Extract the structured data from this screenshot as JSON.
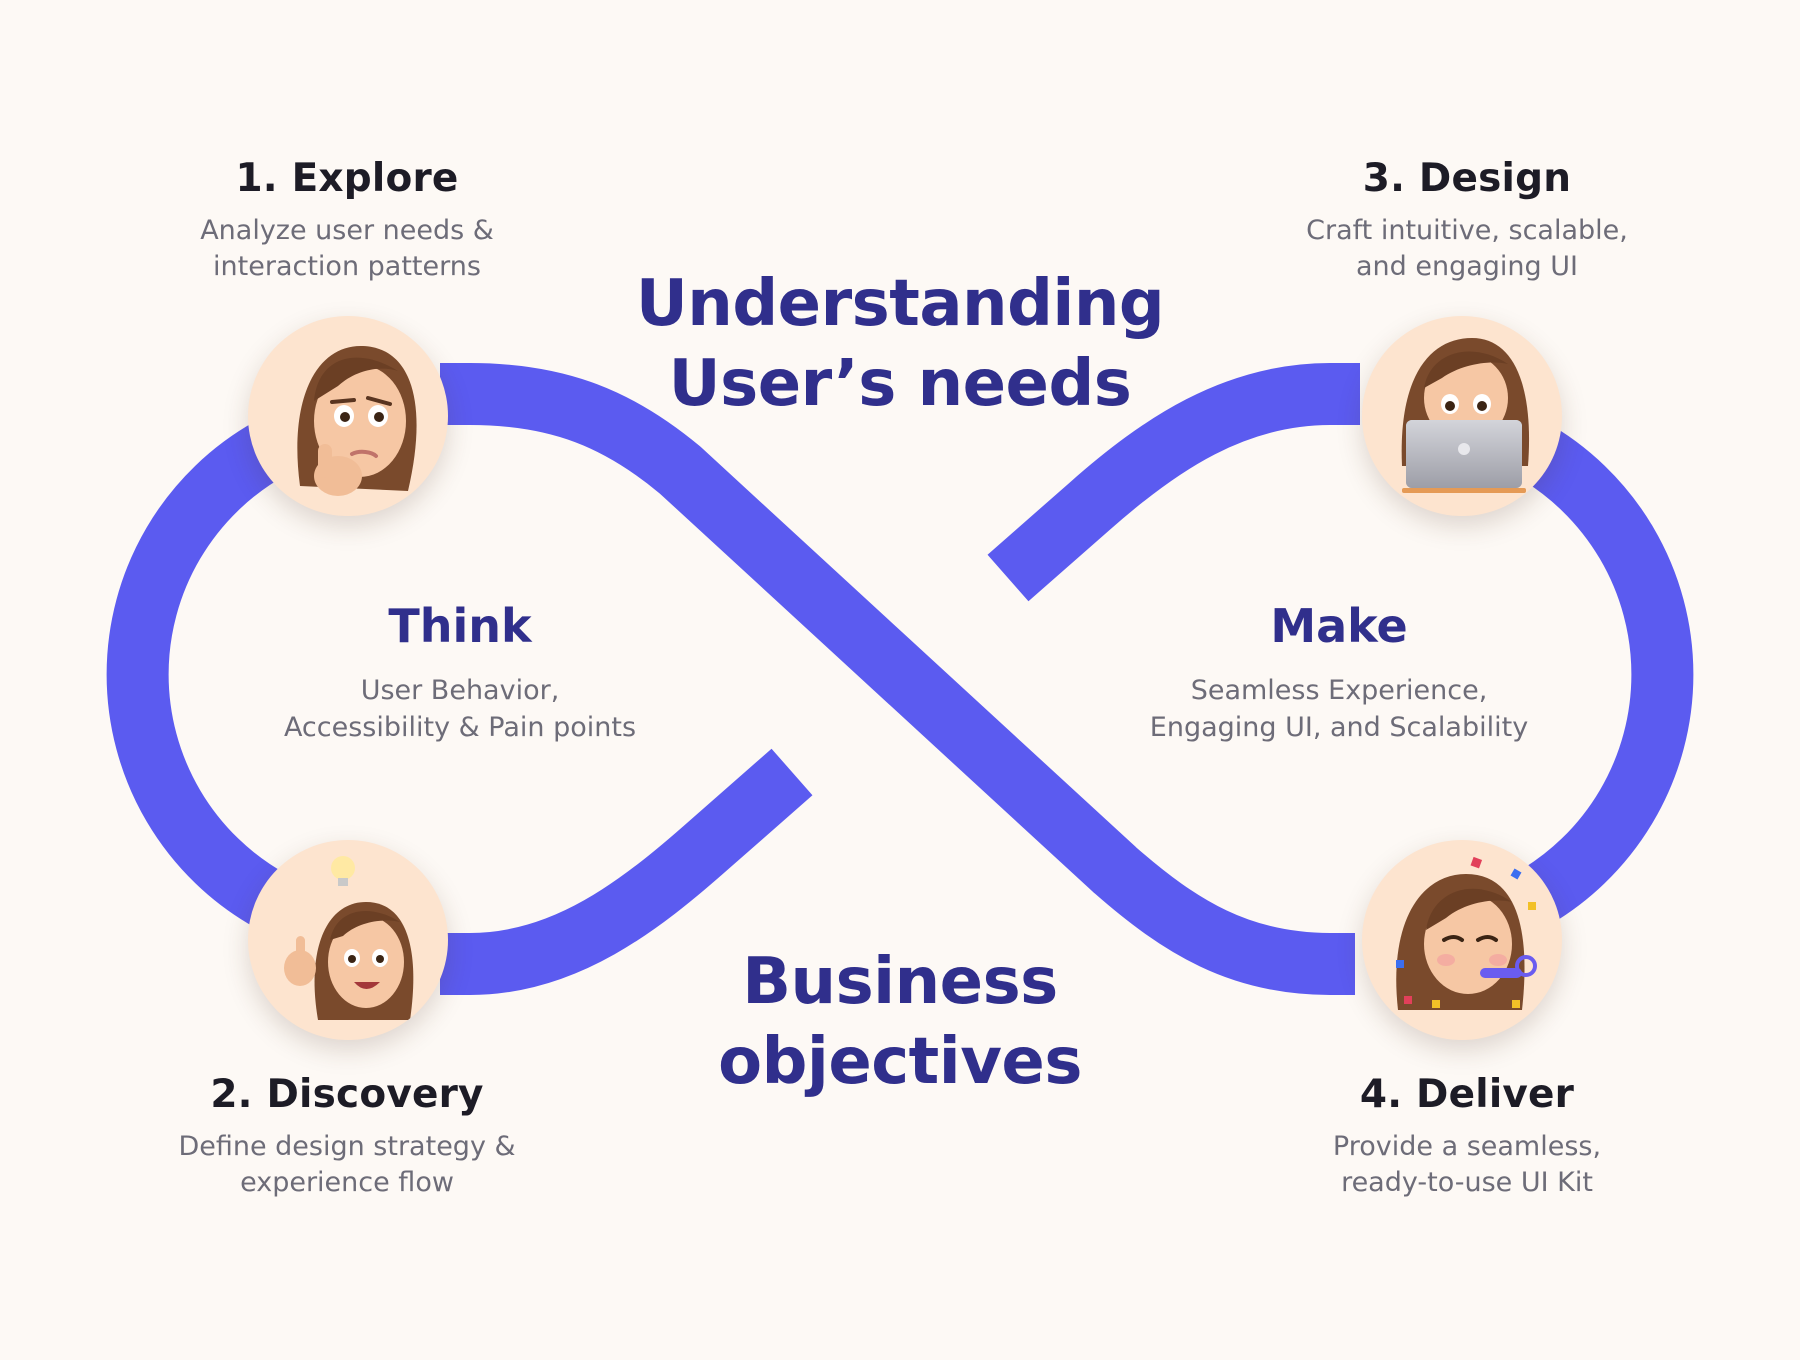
{
  "colors": {
    "background": "#fdf9f5",
    "loop": "#5b5bf0",
    "heading_accent": "#302f8c",
    "avatar_bg": "#fde4cf"
  },
  "headline_top": {
    "line1": "Understanding",
    "line2": "User’s needs"
  },
  "headline_bottom": {
    "line1": "Business",
    "line2": "objectives"
  },
  "phases": {
    "think": {
      "title": "Think",
      "line1": "User Behavior,",
      "line2": "Accessibility & Pain points"
    },
    "make": {
      "title": "Make",
      "line1": "Seamless Experience,",
      "line2": "Engaging UI, and Scalability"
    }
  },
  "steps": [
    {
      "number": "1.",
      "title": "Explore",
      "line1": "Analyze user needs &",
      "line2": "interaction patterns",
      "avatar": "thinking-memoji-icon"
    },
    {
      "number": "2.",
      "title": "Discovery",
      "line1": "Define design strategy &",
      "line2": "experience flow",
      "avatar": "idea-memoji-icon"
    },
    {
      "number": "3.",
      "title": "Design",
      "line1": "Craft intuitive, scalable,",
      "line2": "and engaging UI",
      "avatar": "laptop-memoji-icon"
    },
    {
      "number": "4.",
      "title": "Deliver",
      "line1": "Provide a seamless,",
      "line2": "ready-to-use UI Kit",
      "avatar": "celebration-memoji-icon"
    }
  ]
}
